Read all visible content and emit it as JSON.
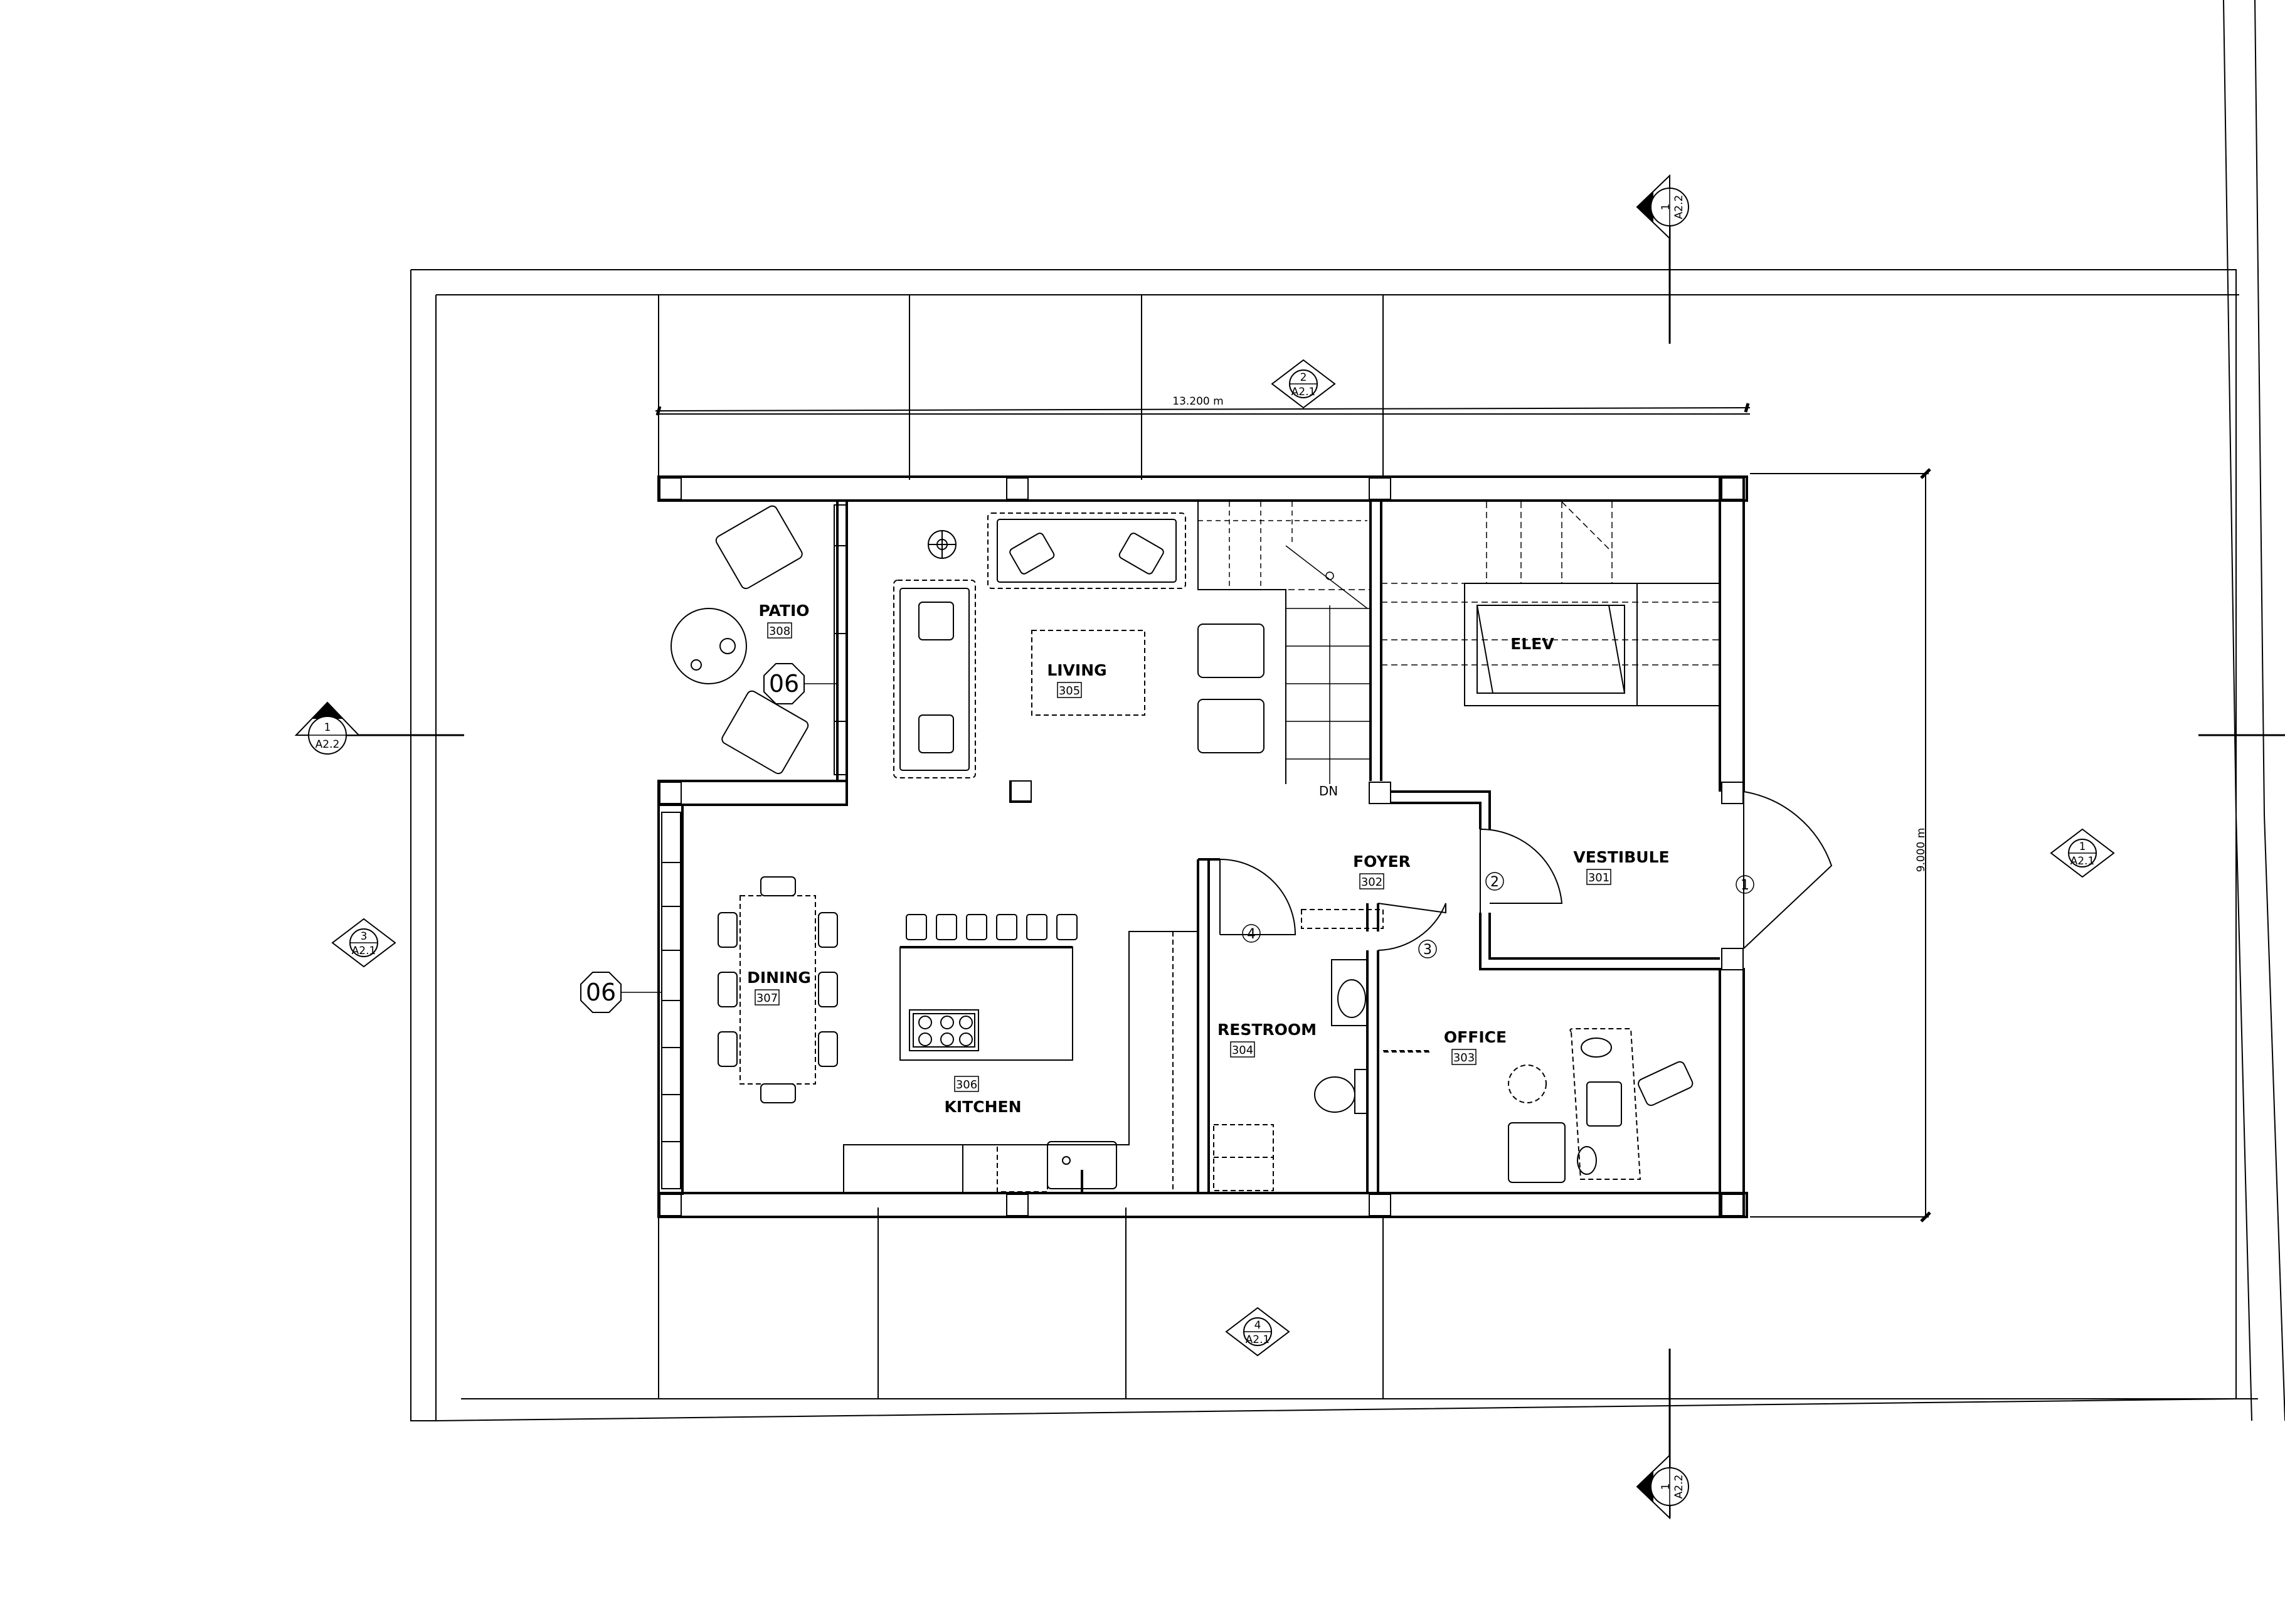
{
  "rooms": {
    "patio": {
      "name": "PATIO",
      "number": "308"
    },
    "living": {
      "name": "LIVING",
      "number": "305"
    },
    "elev": {
      "name": "ELEV"
    },
    "foyer": {
      "name": "FOYER",
      "number": "302"
    },
    "vestibule": {
      "name": "VESTIBULE",
      "number": "301"
    },
    "dining": {
      "name": "DINING",
      "number": "307"
    },
    "restroom": {
      "name": "RESTROOM",
      "number": "304"
    },
    "office": {
      "name": "OFFICE",
      "number": "303"
    },
    "kitchen": {
      "name": "KITCHEN",
      "number": "306"
    }
  },
  "dimensions": {
    "width": "13.200 m",
    "depth": "9.000 m"
  },
  "stair_label": "DN",
  "doors": [
    "1",
    "2",
    "3",
    "4"
  ],
  "window_tags": [
    "06",
    "06"
  ],
  "markers": {
    "section_top": {
      "num": "1",
      "sheet": "A2.2"
    },
    "section_left": {
      "num": "1",
      "sheet": "A2.2"
    },
    "section_bottom": {
      "num": "1",
      "sheet": "A2.2"
    },
    "elev_north": {
      "num": "2",
      "sheet": "A2.1"
    },
    "elev_east": {
      "num": "1",
      "sheet": "A2.1"
    },
    "elev_west": {
      "num": "3",
      "sheet": "A2.1"
    },
    "elev_south": {
      "num": "4",
      "sheet": "A2.1"
    }
  }
}
